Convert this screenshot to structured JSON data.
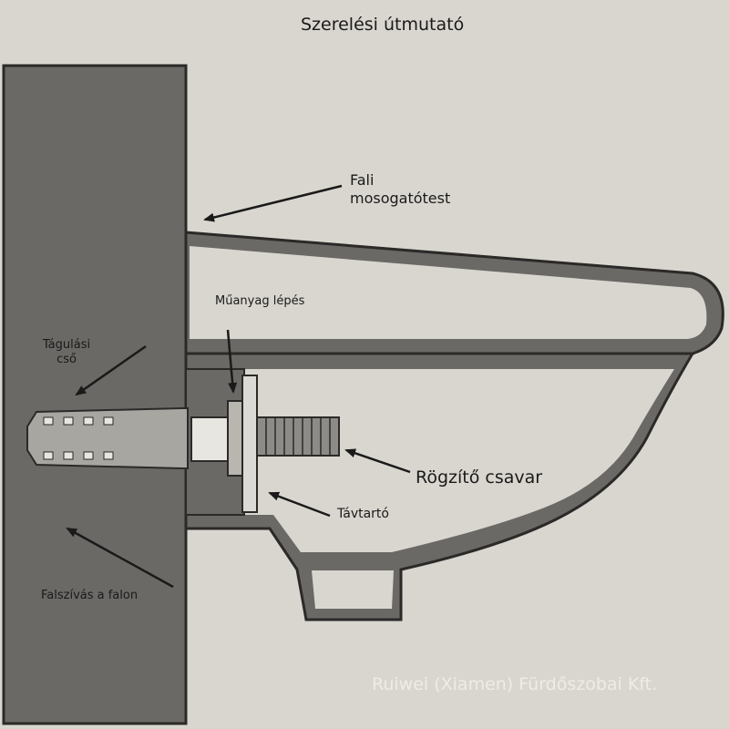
{
  "title": "Szerelési útmutató",
  "labels": {
    "sink_body": "Fali mosogatótest",
    "plastic_step": "Műanyag lépés",
    "expansion_tube": "Tágulási cső",
    "fixing_screw": "Rögzítő csavar",
    "spacer": "Távtartó",
    "wall_plug": "Falszívás a falon"
  },
  "watermark": "Ruiwei (Xiamen) Fürdőszobai Kft.",
  "colors": {
    "background": "#d9d6cf",
    "wall": "#6b6966",
    "outline": "#2b2a28",
    "text": "#1a1a1a"
  }
}
